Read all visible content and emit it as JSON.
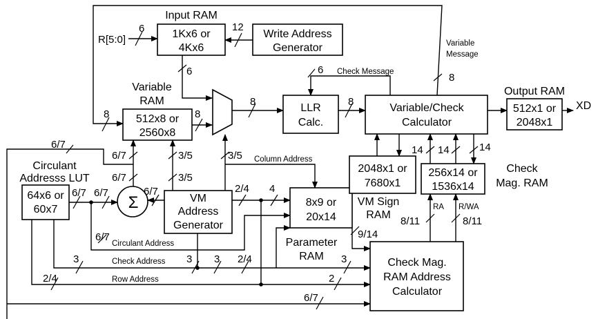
{
  "blocks": {
    "input_ram": {
      "title": "Input RAM",
      "l1": "1Kx6 or",
      "l2": "4Kx6"
    },
    "write_addr": {
      "l1": "Write Address",
      "l2": "Generator"
    },
    "variable_ram": {
      "title1": "Variable",
      "title2": "RAM",
      "l1": "512x8 or",
      "l2": "2560x8"
    },
    "llr": {
      "l1": "LLR",
      "l2": "Calc."
    },
    "vc_calc": {
      "l1": "Variable/Check",
      "l2": "Calculator"
    },
    "output_ram": {
      "title": "Output RAM",
      "l1": "512x1 or",
      "l2": "2048x1",
      "out": "XD"
    },
    "circulant_lut": {
      "title1": "Circulant",
      "title2": "Addresss LUT",
      "l1": "64x6 or",
      "l2": "60x7"
    },
    "sum": {
      "symbol": "Σ"
    },
    "vm_addr": {
      "l1": "VM",
      "l2": "Address",
      "l3": "Generator"
    },
    "param_ram": {
      "l1": "8x9 or",
      "l2": "20x14",
      "title1": "Parameter",
      "title2": "RAM"
    },
    "vm_sign_ram": {
      "l1": "2048x1 or",
      "l2": "7680x1",
      "title1": "VM Sign",
      "title2": "RAM"
    },
    "check_mag_ram": {
      "l1": "256x14 or",
      "l2": "1536x14",
      "title1": "Check",
      "title2": "Mag. RAM"
    },
    "cm_addr_calc": {
      "l1": "Check Mag.",
      "l2": "RAM Address",
      "l3": "Calculator"
    }
  },
  "signals": {
    "r_in": "R[5:0]",
    "w_6a": "6",
    "w_12": "12",
    "w_6b": "6",
    "w_6c": "6",
    "w_8a": "8",
    "w_8b": "8",
    "w_8c": "8",
    "w_8d": "8",
    "w_8e": "8",
    "check_message": "Check Message",
    "variable_message1": "Variable",
    "variable_message2": "Message",
    "w_14a": "14",
    "w_14b": "14",
    "w_14c": "14",
    "w_67a": "6/7",
    "w_67b": "6/7",
    "w_67c": "6/7",
    "w_67d": "6/7",
    "w_67e": "6/7",
    "w_67f": "6/7",
    "w_67g": "6/7",
    "w_67h": "6/7",
    "w_35a": "3/5",
    "w_35b": "3/5",
    "w_35c": "3/5",
    "column_address": "Column Address",
    "w_24a": "2/4",
    "w_24b": "2/4",
    "w_24c": "2/4",
    "w_4": "4",
    "w_914": "9/14",
    "w_811a": "8/11",
    "w_811b": "8/11",
    "ra": "RA",
    "rwa": "R/WA",
    "circulant_address": "Circulant Address",
    "check_address": "Check Address",
    "row_address": "Row Address",
    "w_3a": "3",
    "w_3b": "3",
    "w_3c": "3",
    "w_3d": "3",
    "w_2": "2"
  }
}
